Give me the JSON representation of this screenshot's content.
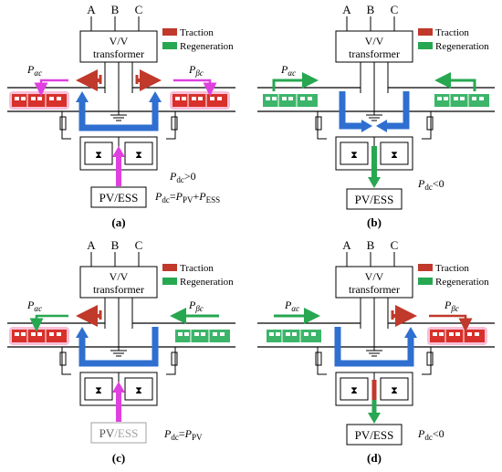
{
  "colors": {
    "traction": "#c0392b",
    "regeneration": "#27a750",
    "power_flow_blue": "#2f6fd0",
    "pv_magenta": "#e040e0",
    "train_red": "#d8302a",
    "train_green": "#3cb56a",
    "train_glow": "#f4a4c8",
    "disabled_gray": "#a0a0a0"
  },
  "common": {
    "phase_a": "A",
    "phase_b": "B",
    "phase_c": "C",
    "transformer_line1": "V/V",
    "transformer_line2": "transformer",
    "legend_traction": "Traction",
    "legend_regeneration": "Regeneration",
    "p_alpha": "P",
    "p_alpha_sub": "αc",
    "p_beta": "P",
    "p_beta_sub": "βc",
    "pdc": "P",
    "pdc_sub": "dc"
  },
  "panels": [
    {
      "id": "a",
      "caption": "(a)",
      "box_label": "PV/ESS",
      "box_label_pv": "PV",
      "box_label_ess": "/ESS",
      "eq_line1": ">0",
      "eq_line2_eq": "=",
      "eq_pv": "P",
      "eq_pv_sub": "PV",
      "eq_plus": "+",
      "eq_ess": "P",
      "eq_ess_sub": "ESS",
      "left_train": "traction",
      "right_train": "traction"
    },
    {
      "id": "b",
      "caption": "(b)",
      "box_label": "PV/ESS",
      "eq_line1": "<0",
      "left_train": "regeneration",
      "right_train": "regeneration"
    },
    {
      "id": "c",
      "caption": "(c)",
      "box_label_pv": "PV",
      "box_label_ess": "/ESS",
      "eq_line1": "=",
      "eq_pv": "P",
      "eq_pv_sub": "PV",
      "left_train": "traction",
      "right_train": "regeneration"
    },
    {
      "id": "d",
      "caption": "(d)",
      "box_label": "PV/ESS",
      "eq_line1": "<0",
      "left_train": "regeneration",
      "right_train": "traction"
    }
  ]
}
